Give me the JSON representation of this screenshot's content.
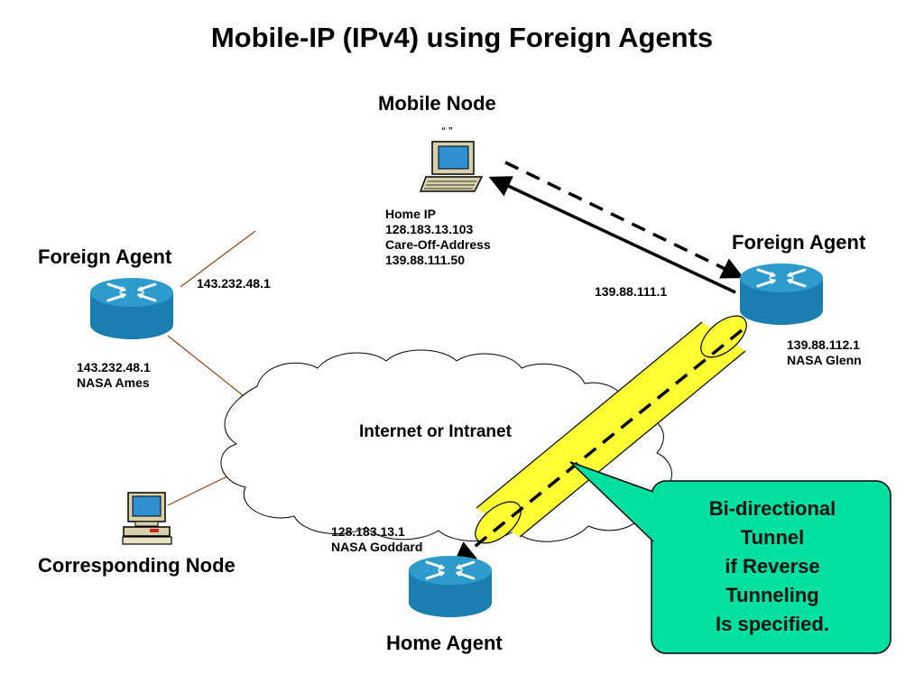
{
  "title": "Mobile-IP  (IPv4) using Foreign Agents",
  "mobile_node": {
    "label": "Mobile Node",
    "screen_quote": "“  ”",
    "home_ip_label": "Home IP",
    "home_ip": "128.183.13.103",
    "coa_label": "Care-Off-Address",
    "coa": "139.88.111.50"
  },
  "foreign_agent_left": {
    "label": "Foreign Agent",
    "iface_ip": "143.232.48.1",
    "ip": "143.232.48.1",
    "site": "NASA Ames"
  },
  "foreign_agent_right": {
    "label": "Foreign Agent",
    "iface_ip": "139.88.111.1",
    "ip": "139.88.112.1",
    "site": "NASA Glenn"
  },
  "home_agent": {
    "label": "Home Agent",
    "ip": "128.183.13.1",
    "site": "NASA Goddard"
  },
  "corresponding_node": {
    "label": "Corresponding Node"
  },
  "cloud": {
    "label": "Internet or Intranet"
  },
  "callout": {
    "lines": [
      "Bi-directional",
      "Tunnel",
      "if Reverse",
      "Tunneling",
      "Is specified."
    ]
  },
  "colors": {
    "router_blue": "#1a7fb0",
    "tunnel_yellow": "#ffff33",
    "callout_green": "#00e0a0",
    "link_brown": "#8b4513"
  }
}
